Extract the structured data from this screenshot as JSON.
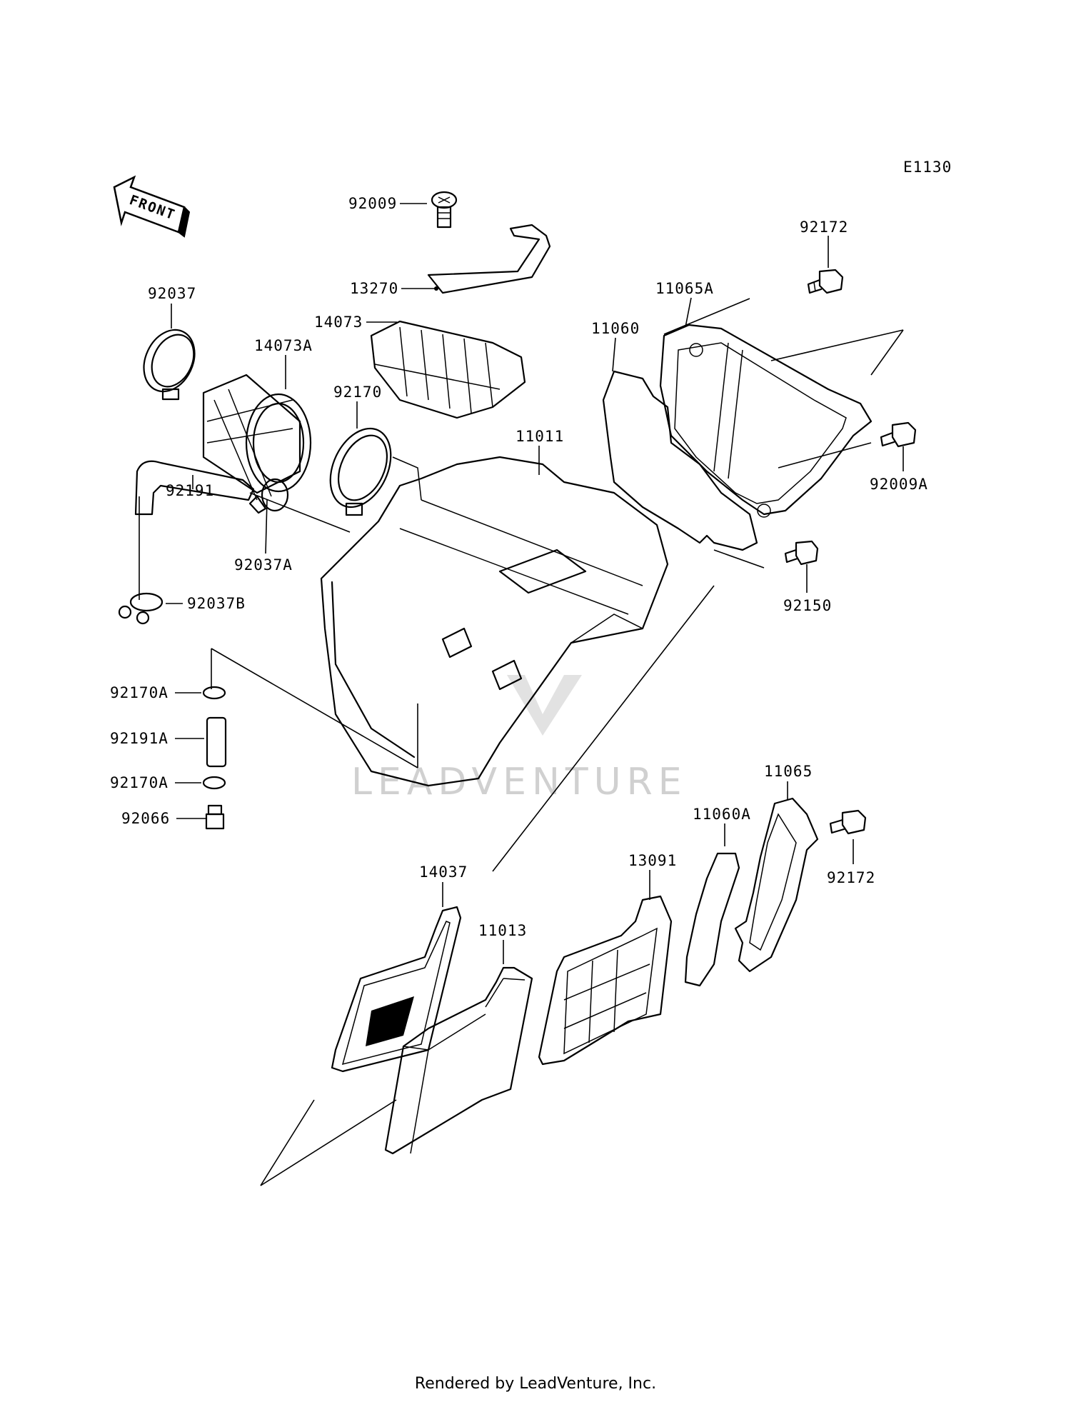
{
  "diagram_code": "E1130",
  "front_label": "FRONT",
  "watermark": "LEADVENTURE",
  "footer": "Rendered by LeadVenture, Inc.",
  "parts": {
    "p92009": "92009",
    "p13270": "13270",
    "p92172_top": "92172",
    "p92037": "92037",
    "p11065A": "11065A",
    "p14073": "14073",
    "p11060": "11060",
    "p14073A": "14073A",
    "p92170": "92170",
    "p11011": "11011",
    "p92009A": "92009A",
    "p92191": "92191",
    "p92037A": "92037A",
    "p92150": "92150",
    "p92037B": "92037B",
    "p92170A_top": "92170A",
    "p92191A": "92191A",
    "p92170A_bottom": "92170A",
    "p92066": "92066",
    "p11065": "11065",
    "p11060A": "11060A",
    "p13091": "13091",
    "p14037": "14037",
    "p92172_bottom": "92172",
    "p11013": "11013"
  }
}
